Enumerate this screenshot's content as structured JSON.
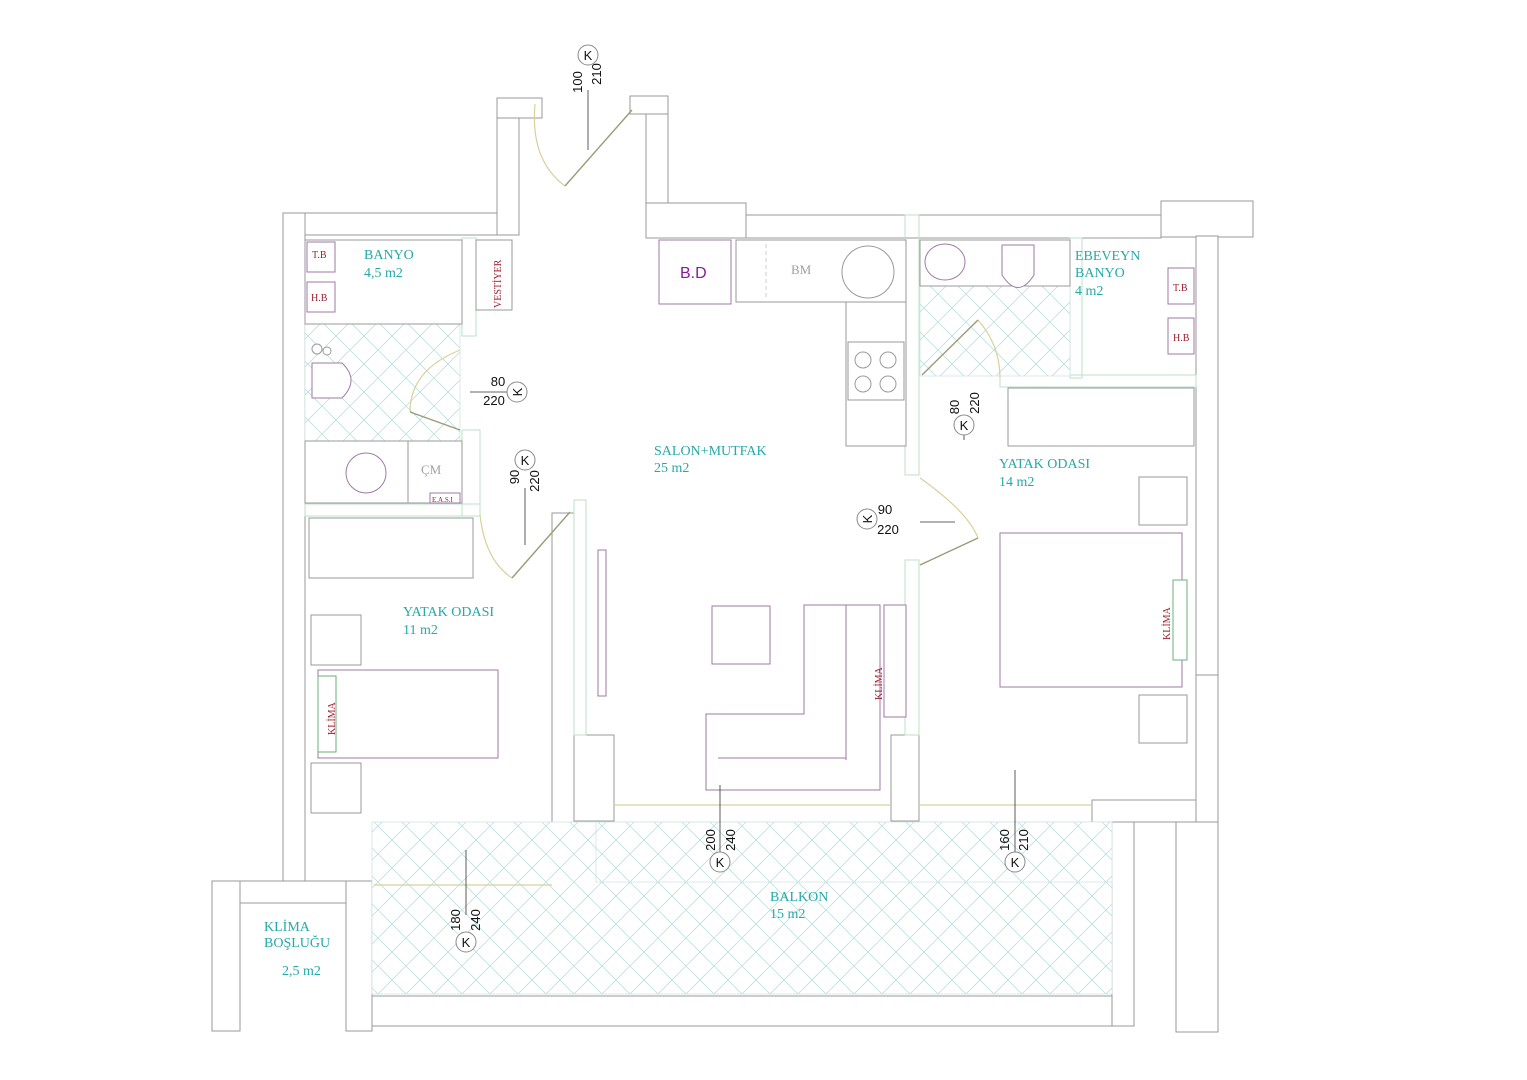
{
  "rooms": {
    "banyo": {
      "name": "BANYO",
      "area": "4,5 m2"
    },
    "ebeveyn_banyo": {
      "name1": "EBEVEYN",
      "name2": "BANYO",
      "area": "4 m2"
    },
    "salon": {
      "name": "SALON+MUTFAK",
      "area": "25 m2"
    },
    "yatak1": {
      "name": "YATAK ODASI",
      "area": "11 m2"
    },
    "yatak2": {
      "name": "YATAK ODASI",
      "area": "14 m2"
    },
    "balkon": {
      "name": "BALKON",
      "area": "15 m2"
    },
    "klima_bosluk": {
      "name1": "KLİMA",
      "name2": "BOŞLUĞU",
      "area": "2,5 m2"
    }
  },
  "tags": {
    "tb_left": "T.B",
    "hb_left": "H.B",
    "tb_right": "T.B",
    "hb_right": "H.B",
    "vestiyer": "VESTİYER",
    "cm": "ÇM",
    "easi": "E.A.S.I",
    "bm": "BM",
    "bd": "B.D",
    "klima_left": "KLİMA",
    "klima_center": "KLİMA",
    "klima_right": "KLİMA"
  },
  "openings": {
    "entry": {
      "w": "100",
      "h": "210",
      "k": "K"
    },
    "banyo_door": {
      "w": "80",
      "h": "220",
      "k": "K"
    },
    "yatak1_door": {
      "w": "90",
      "h": "220",
      "k": "K"
    },
    "ebeveyn_door": {
      "w": "80",
      "h": "220",
      "k": "K"
    },
    "yatak2_door": {
      "w": "90",
      "h": "220",
      "k": "K"
    },
    "salon_balkon": {
      "w": "200",
      "h": "240",
      "k": "K"
    },
    "yatak2_balkon": {
      "w": "160",
      "h": "210",
      "k": "K"
    },
    "yatak1_balkon": {
      "w": "180",
      "h": "240",
      "k": "K"
    }
  }
}
